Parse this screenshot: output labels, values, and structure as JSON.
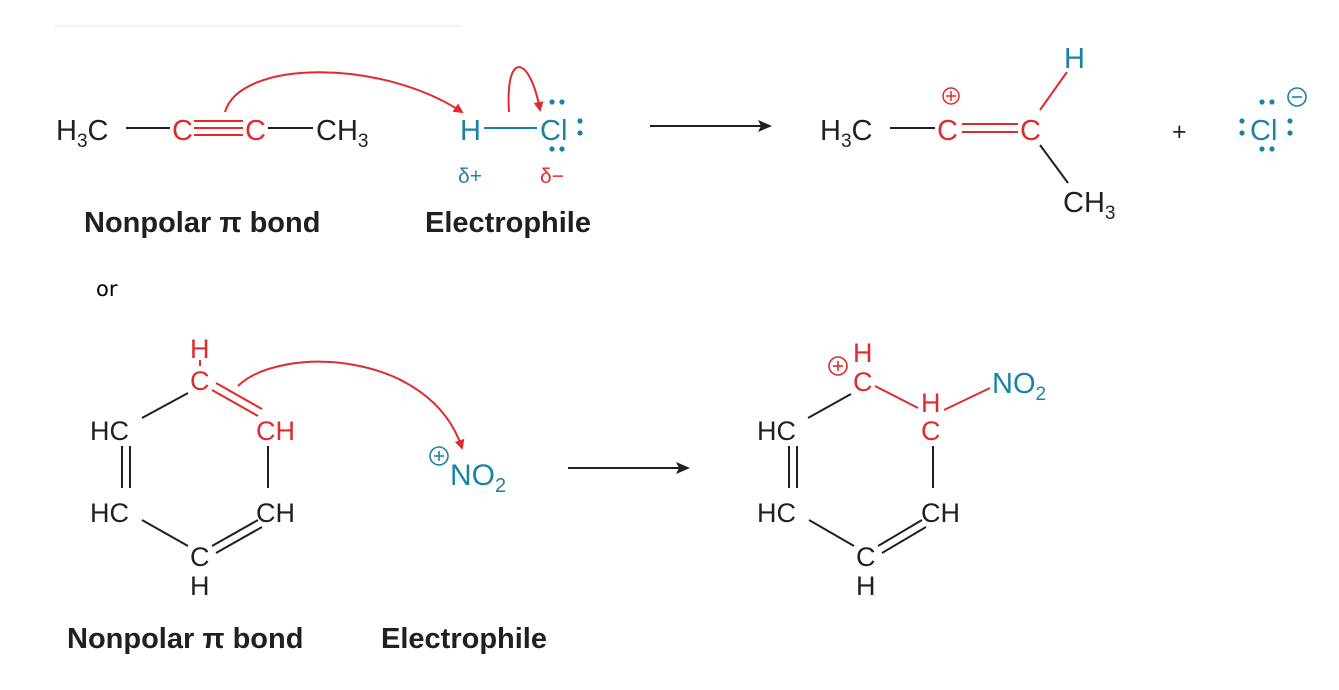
{
  "colors": {
    "text": "#231f20",
    "highlight_red": "#e02b2e",
    "electrophile_blue": "#1a83a4",
    "background": "#ffffff"
  },
  "reaction1": {
    "reactant_left_group": "H3C",
    "reactant_c1": "C",
    "reactant_c2": "C",
    "reactant_right_group": "CH3",
    "electrophile_h": "H",
    "electrophile_cl": "Cl",
    "delta_plus": "δ+",
    "delta_minus": "δ−",
    "label_pi_bond": "Nonpolar π bond",
    "label_electrophile": "Electrophile",
    "product_left_group": "H3C",
    "product_c_cation": "C",
    "product_c2": "C",
    "product_h": "H",
    "product_ch3": "CH3",
    "plus_sign": "+",
    "chloride": "Cl"
  },
  "separator": "or",
  "reaction2": {
    "ring_top_h": "H",
    "ring_top_c": "C",
    "ring_right_top": "CH",
    "ring_left_top": "HC",
    "ring_left_bottom": "HC",
    "ring_right_bottom": "CH",
    "ring_bottom_c": "C",
    "ring_bottom_h": "H",
    "electrophile": "NO2",
    "label_pi_bond": "Nonpolar π bond",
    "label_electrophile": "Electrophile",
    "product_top_h": "H",
    "product_top_c": "C",
    "product_sp3_h": "H",
    "product_sp3_c": "C",
    "product_no2": "NO2",
    "product_left_top": "HC",
    "product_left_bottom": "HC",
    "product_right_bottom": "CH",
    "product_bottom_c": "C",
    "product_bottom_h": "H"
  }
}
